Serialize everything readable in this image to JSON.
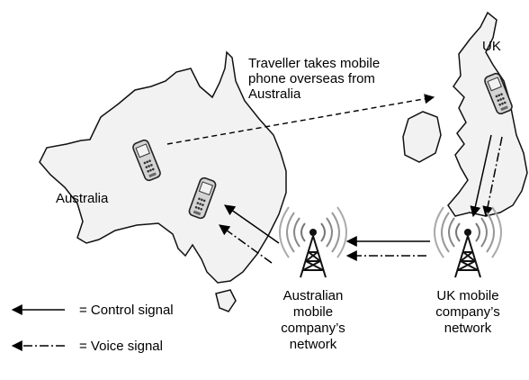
{
  "labels": {
    "uk": "UK",
    "australia": "Australia",
    "annotation_line1": "Traveller takes mobile",
    "annotation_line2": "phone overseas from",
    "annotation_line3": "Australia",
    "aus_network_line1": "Australian",
    "aus_network_line2": "mobile",
    "aus_network_line3": "company’s",
    "aus_network_line4": "network",
    "uk_network_line1": "UK mobile",
    "uk_network_line2": "company’s",
    "uk_network_line3": "network"
  },
  "legend": {
    "control": "= Control signal",
    "voice": "= Voice signal"
  },
  "colors": {
    "ink": "#000000",
    "map_fill": "#f2f2f2",
    "phone_body": "#cfcfcf"
  }
}
